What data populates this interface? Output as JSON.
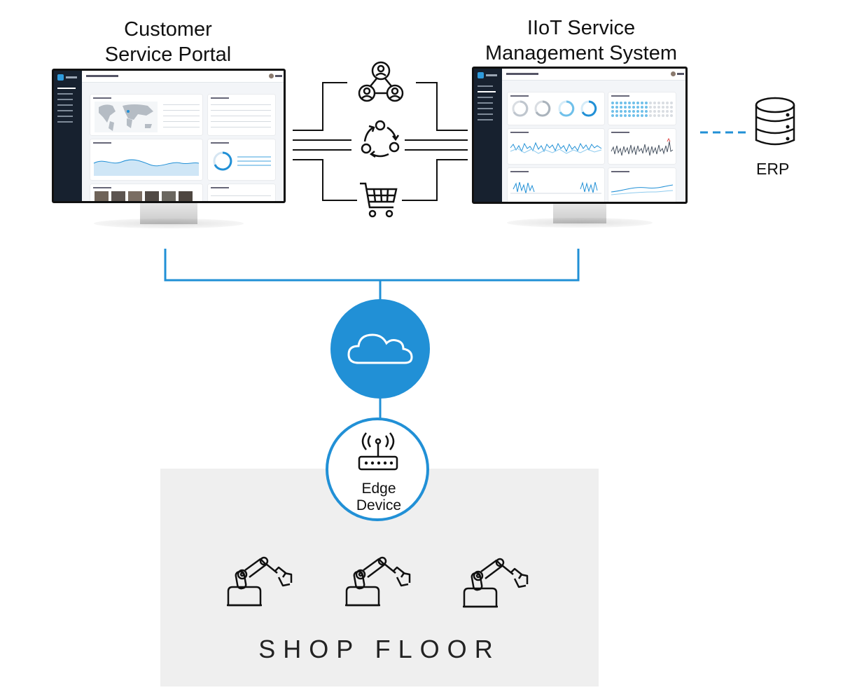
{
  "diagram": {
    "portal_title": [
      "Customer",
      "Service Portal"
    ],
    "iiot_title": [
      "IIoT Service",
      "Management System"
    ],
    "erp_label": "ERP",
    "edge_label": [
      "Edge",
      "Device"
    ],
    "shop_floor_label": "SHOP FLOOR"
  },
  "colors": {
    "accent": "#2190d6",
    "line_dark": "#111111",
    "shop_floor_bg": "#efefef",
    "monitor_bezel": "#111111",
    "screen_sidebar": "#17212f"
  },
  "icons": {
    "portal_monitor": "monitor-icon",
    "iiot_monitor": "monitor-icon",
    "users": "users-network-icon",
    "cycle": "cycle-icon",
    "cart": "shopping-cart-icon",
    "erp": "database-icon",
    "cloud": "cloud-icon",
    "router": "wireless-router-icon",
    "robot": "robot-arm-icon"
  }
}
